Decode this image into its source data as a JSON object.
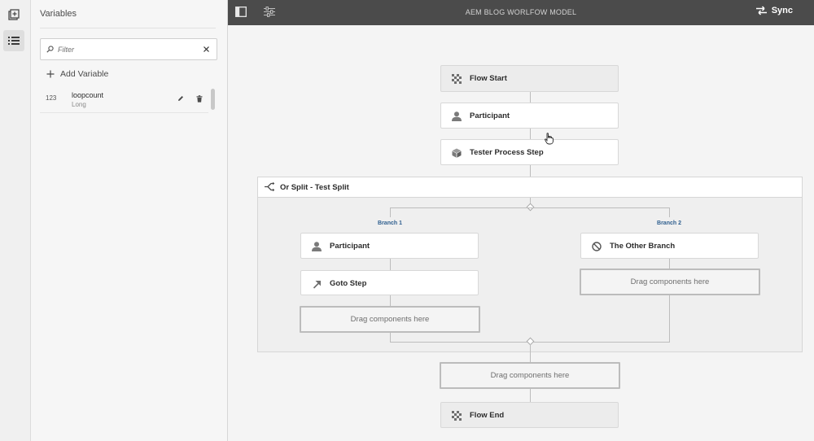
{
  "sidebar_rail": {
    "items": [
      {
        "icon": "add-component-icon",
        "active": false
      },
      {
        "icon": "list-icon",
        "active": true
      }
    ]
  },
  "variables_panel": {
    "title": "Variables",
    "filter": {
      "placeholder": "Filter",
      "value": ""
    },
    "add_label": "Add Variable",
    "variables": [
      {
        "type_badge": "123",
        "name": "loopcount",
        "kind": "Long"
      }
    ]
  },
  "topbar": {
    "title": "AEM BLOG WORLFOW MODEL",
    "sync_label": "Sync"
  },
  "workflow": {
    "flow_start": "Flow Start",
    "participant": "Participant",
    "tester_step": "Tester Process Step",
    "or_split": "Or Split - Test Split",
    "branch1": {
      "label": "Branch 1",
      "participant": "Participant",
      "goto": "Goto Step",
      "drop": "Drag components here"
    },
    "branch2": {
      "label": "Branch 2",
      "other": "The Other Branch",
      "drop": "Drag components here"
    },
    "main_drop": "Drag components here",
    "flow_end": "Flow End"
  },
  "colors": {
    "topbar": "#4b4b4b",
    "branch_label": "#2f5f8f",
    "panel": "#f6f6f6"
  }
}
